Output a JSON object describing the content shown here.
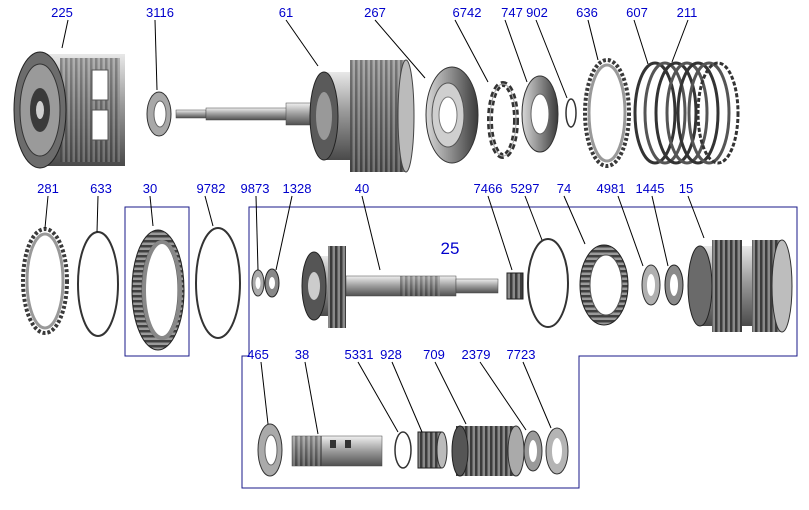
{
  "diagram": {
    "label_color": "#0000cc",
    "line_color": "#000000",
    "group_label": "25",
    "parts_row1": [
      "225",
      "3116",
      "61",
      "267",
      "6742",
      "747",
      "902",
      "636",
      "607",
      "211"
    ],
    "parts_row2": [
      "281",
      "633",
      "30",
      "9782",
      "9873",
      "1328",
      "40",
      "7466",
      "5297",
      "74",
      "4981",
      "1445",
      "15"
    ],
    "parts_row3": [
      "465",
      "38",
      "5331",
      "928",
      "709",
      "2379",
      "7723"
    ]
  }
}
